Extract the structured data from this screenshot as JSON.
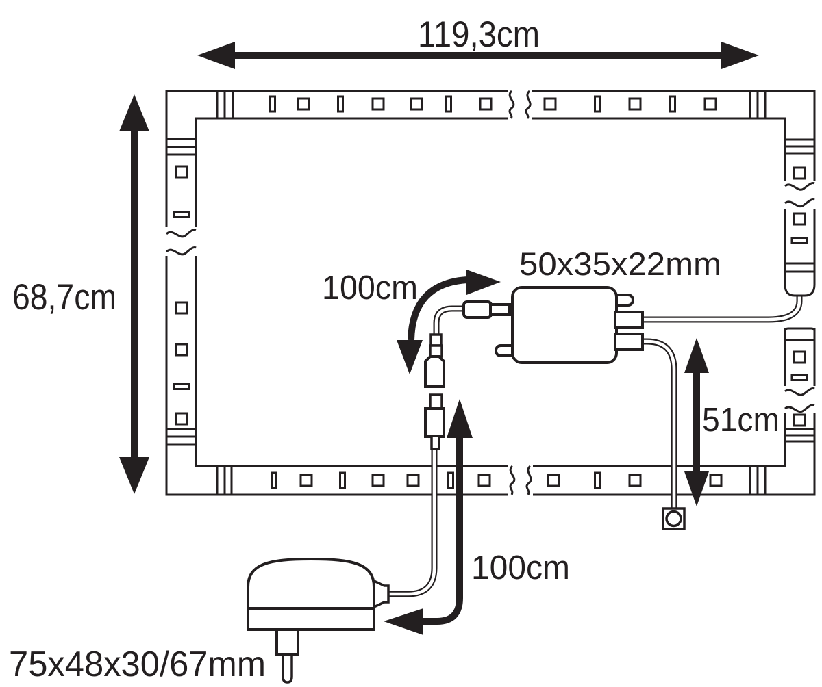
{
  "figure": {
    "type": "technical-dimension-diagram",
    "background_color": "#ffffff",
    "line_color": "#231f20"
  },
  "labels": {
    "strip_width": "119,3cm",
    "strip_height": "68,7cm",
    "controller_cable_length": "100cm",
    "controller_size": "50x35x22mm",
    "right_strip_length": "51cm",
    "power_cable_length": "100cm",
    "power_supply_size": "75x48x30/67mm"
  }
}
